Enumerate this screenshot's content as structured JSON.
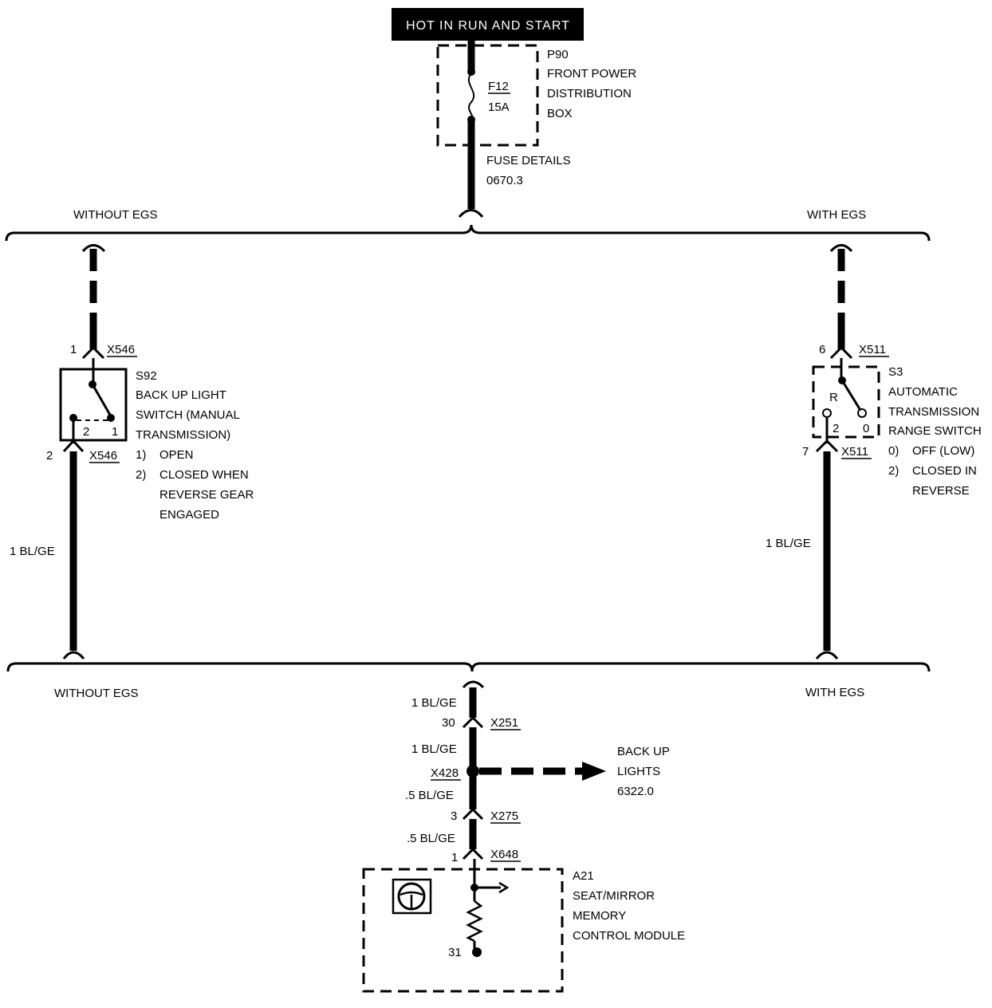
{
  "header": {
    "label": "HOT IN RUN AND START"
  },
  "fuse_box": {
    "id": "P90",
    "name_lines": [
      "FRONT POWER",
      "DISTRIBUTION",
      "BOX"
    ],
    "fuse_id": "F12",
    "fuse_rating": "15A",
    "details_lines": [
      "FUSE DETAILS",
      "0670.3"
    ]
  },
  "top_branches": {
    "left": "WITHOUT EGS",
    "right": "WITH EGS"
  },
  "bottom_branches": {
    "left": "WITHOUT EGS",
    "right": "WITH EGS"
  },
  "left_switch": {
    "id": "S92",
    "name_lines": [
      "BACK UP LIGHT",
      "SWITCH (MANUAL",
      "TRANSMISSION)"
    ],
    "top_pin": "1",
    "top_connector": "X546",
    "bottom_pin": "2",
    "bottom_connector": "X546",
    "contact_left": "2",
    "contact_right": "1",
    "states": [
      {
        "num": "1)",
        "lines": [
          "OPEN"
        ]
      },
      {
        "num": "2)",
        "lines": [
          "CLOSED WHEN",
          "REVERSE GEAR",
          "ENGAGED"
        ]
      }
    ],
    "wire_label": "1 BL/GE"
  },
  "right_switch": {
    "id": "S3",
    "name_lines": [
      "AUTOMATIC",
      "TRANSMISSION",
      "RANGE SWITCH"
    ],
    "top_pin": "6",
    "top_connector": "X511",
    "bottom_pin": "7",
    "bottom_connector": "X511",
    "position_label": "R",
    "contact_left": "2",
    "contact_right": "0",
    "states": [
      {
        "num": "0)",
        "lines": [
          "OFF (LOW)"
        ]
      },
      {
        "num": "2)",
        "lines": [
          "CLOSED IN",
          "REVERSE"
        ]
      }
    ],
    "wire_label": "1 BL/GE"
  },
  "lower_circuit": {
    "wire_1": "1 BL/GE",
    "conn_1_pin": "30",
    "conn_1": "X251",
    "wire_2": "1 BL/GE",
    "splice": "X428",
    "wire_3": ".5 BL/GE",
    "conn_2_pin": "3",
    "conn_2": "X275",
    "wire_4": ".5 BL/GE",
    "conn_3_pin": "1",
    "conn_3": "X648",
    "branch_target_lines": [
      "BACK UP",
      "LIGHTS",
      "6322.0"
    ]
  },
  "module": {
    "id": "A21",
    "name_lines": [
      "SEAT/MIRROR",
      "MEMORY",
      "CONTROL MODULE"
    ],
    "ground_pin": "31",
    "icon": "steering-wheel-icon"
  }
}
